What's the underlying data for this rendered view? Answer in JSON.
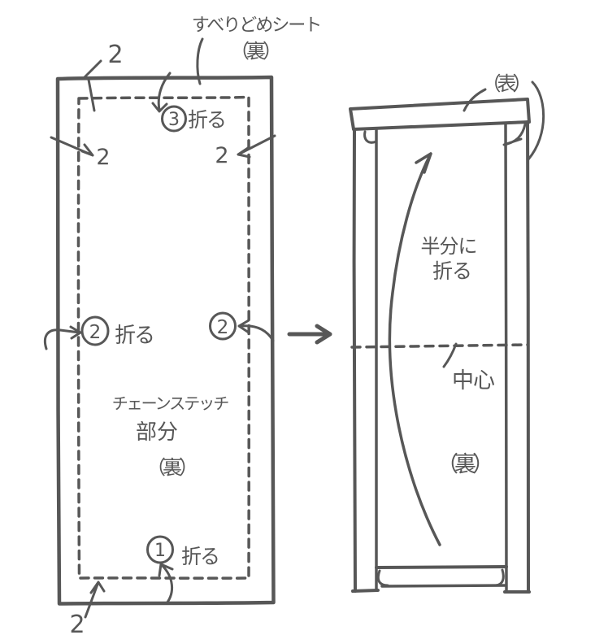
{
  "colors": {
    "ink": "#575757",
    "paper": "#ffffff"
  },
  "left_figure": {
    "title_line1": "すべりどめシート",
    "title_line2": "（裏）",
    "fold3": {
      "number": "3",
      "label": "折る"
    },
    "fold2_left": {
      "number": "2",
      "label": "折る"
    },
    "fold2_right": {
      "number": "2"
    },
    "fold1": {
      "number": "1",
      "label": "折る"
    },
    "margins": {
      "top_left": "2",
      "mid_left": "2",
      "mid_right": "2",
      "bottom_left": "2"
    },
    "body_line1": "チェーンステッチ",
    "body_line2": "部分",
    "body_line3": "（裏）"
  },
  "right_figure": {
    "front_label": "（表）",
    "fold_half_line1": "半分に",
    "fold_half_line2": "折る",
    "center_label": "中心",
    "back_label": "（裏）"
  }
}
